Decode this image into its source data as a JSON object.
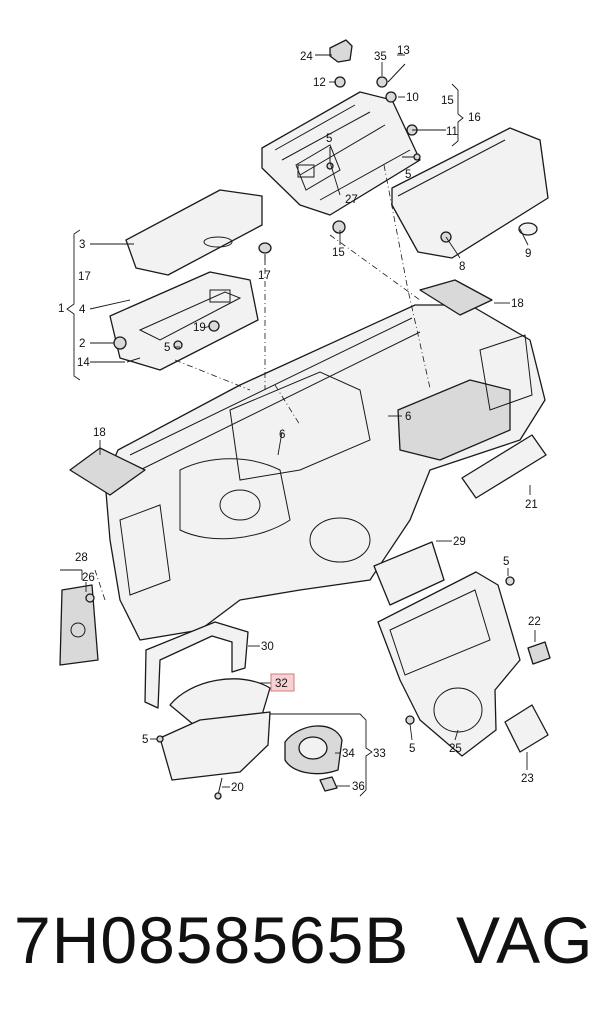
{
  "diagram": {
    "highlighted_callout": "32",
    "callouts": {
      "c24": "24",
      "c35": "35",
      "c13": "13",
      "c12": "12",
      "c10": "10",
      "c15a": "15",
      "c16": "16",
      "c11": "11",
      "c5a": "5",
      "c27": "27",
      "c15b": "15",
      "c8": "8",
      "c9": "9",
      "c3": "3",
      "c17a": "17",
      "c17b": "17",
      "c1": "1",
      "c4": "4",
      "c2": "2",
      "c5b": "5",
      "c19": "19",
      "c14": "14",
      "c18a": "18",
      "c18b": "18",
      "c6a": "6",
      "c6b": "6",
      "c21": "21",
      "c29": "29",
      "c28": "28",
      "c26": "26",
      "c5c": "5",
      "c22": "22",
      "c30": "30",
      "c32": "32",
      "c5d": "5",
      "c34": "34",
      "c33": "33",
      "c5e": "5",
      "c25": "25",
      "c20": "20",
      "c36": "36",
      "c23": "23",
      "c5f": "5"
    }
  },
  "caption": {
    "part_number": "7H0858565B",
    "brand": "VAG"
  }
}
